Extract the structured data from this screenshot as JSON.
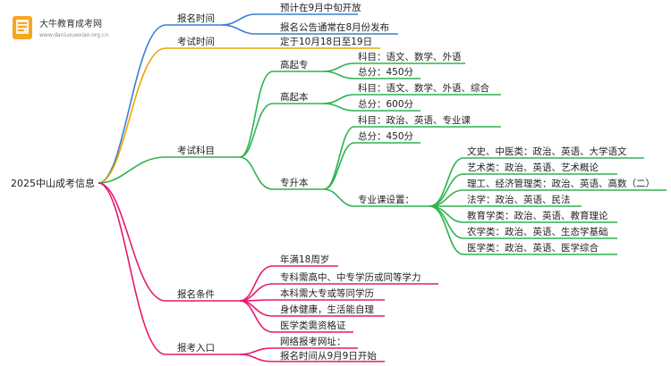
{
  "logo": {
    "brand": "大牛教育成考网",
    "url": "www.daniuxuexiao.org.cn"
  },
  "colors": {
    "blue": "#3a7fd4",
    "orange": "#f0a500",
    "green": "#2eb34f",
    "magenta": "#e6196f"
  },
  "root": "2025中山成考信息",
  "branches": {
    "registration_time": {
      "label": "报名时间",
      "items": [
        "预计在9月中旬开放",
        "报名公告通常在8月份发布"
      ]
    },
    "exam_time": {
      "label": "考试时间",
      "items": [
        "定于10月18日至19日"
      ]
    },
    "subjects": {
      "label": "考试科目",
      "gqz": {
        "label": "高起专",
        "items": [
          "科目：语文、数学、外语",
          "总分：450分"
        ]
      },
      "gqb": {
        "label": "高起本",
        "items": [
          "科目：语文、数学、外语、综合",
          "总分：600分"
        ]
      },
      "zsb": {
        "label": "专升本",
        "items": [
          "科目：政治、英语、专业课",
          "总分：450分"
        ],
        "settings": {
          "label": "专业课设置：",
          "items": [
            "文史、中医类：政治、英语、大学语文",
            "艺术类：政治、英语、艺术概论",
            "理工、经济管理类：政治、英语、高数（二）",
            "法学：政治、英语、民法",
            "教育学类：政治、英语、教育理论",
            "农学类：政治、英语、生态学基础",
            "医学类：政治、英语、医学综合"
          ]
        }
      }
    },
    "conditions": {
      "label": "报名条件",
      "items": [
        "年满18周岁",
        "专科需高中、中专学历或同等学力",
        "本科需大专或等同学历",
        "身体健康，生活能自理",
        "医学类需资格证"
      ]
    },
    "portal": {
      "label": "报考入口",
      "items": [
        "网络报考网址：",
        "报名时间从9月9日开始"
      ]
    }
  }
}
